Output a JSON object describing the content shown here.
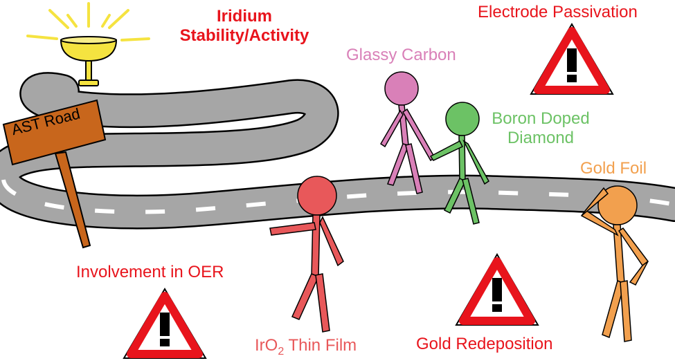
{
  "goal": {
    "line1": "Iridium",
    "line2": "Stability/Activity"
  },
  "sign": {
    "text": "AST Road"
  },
  "warnings": {
    "electrode_passivation": "Electrode Passivation",
    "involvement_oer": "Involvement in OER",
    "gold_redeposition": "Gold Redeposition"
  },
  "substrates": {
    "glassy_carbon": "Glassy Carbon",
    "boron_line1": "Boron Doped",
    "boron_line2": "Diamond",
    "gold_foil": "Gold Foil",
    "iro2_prefix": "IrO",
    "iro2_sub": "2",
    "iro2_suffix": " Thin Film"
  },
  "colors": {
    "warning_text": "#e8141c",
    "glassy_carbon": "#d980b8",
    "boron_doped_diamond": "#6cc265",
    "gold_foil": "#f2a04e",
    "iro2": "#e8585a",
    "road": "#a6a6a6",
    "sign": "#c8661c",
    "trophy": "#f5e340"
  }
}
